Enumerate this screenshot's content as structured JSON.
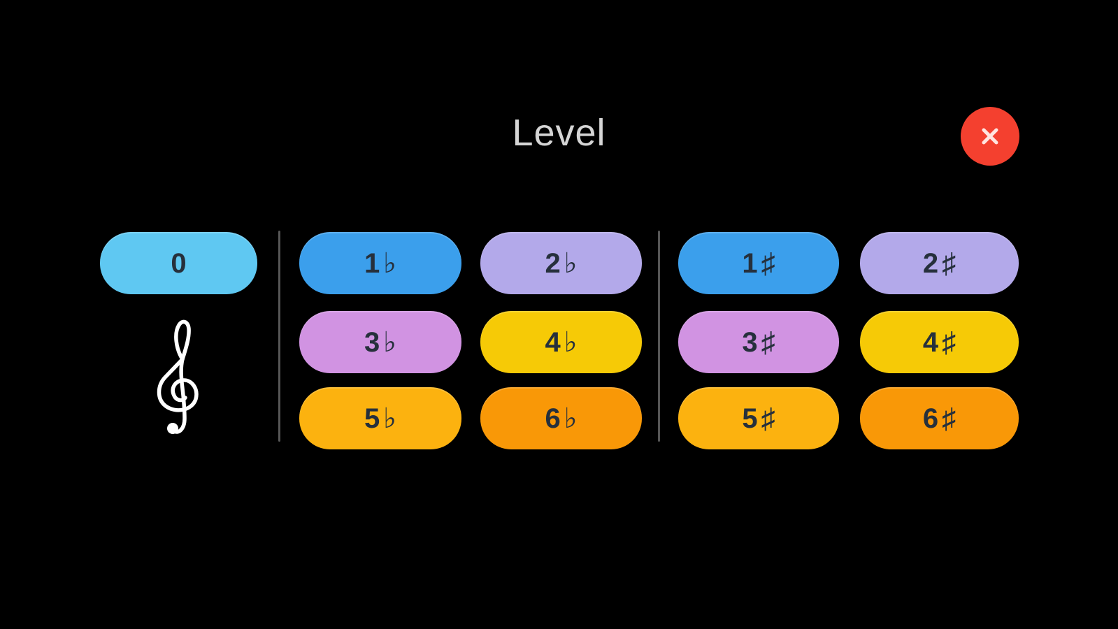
{
  "window": {
    "title": "Level"
  },
  "close_button": {
    "icon": "close-x",
    "color": "#f4402f"
  },
  "colors": {
    "background": "#000000",
    "divider": "#565656",
    "title_text": "#d5d5d5",
    "button_text": "#26303c",
    "clef": "#ffffff"
  },
  "level_zero": {
    "label": "0",
    "color": "#5fc8f2"
  },
  "clef_icon": {
    "name": "treble-clef"
  },
  "flats": {
    "buttons": [
      {
        "label": "1♭",
        "color": "#3b9fec"
      },
      {
        "label": "2♭",
        "color": "#b3a9ea"
      },
      {
        "label": "3♭",
        "color": "#d193e2"
      },
      {
        "label": "4♭",
        "color": "#f6ca06"
      },
      {
        "label": "5♭",
        "color": "#fcb20f"
      },
      {
        "label": "6♭",
        "color": "#f99807"
      }
    ]
  },
  "sharps": {
    "buttons": [
      {
        "label": "1♯",
        "color": "#3b9fec"
      },
      {
        "label": "2♯",
        "color": "#b3a9ea"
      },
      {
        "label": "3♯",
        "color": "#d193e2"
      },
      {
        "label": "4♯",
        "color": "#f6ca06"
      },
      {
        "label": "5♯",
        "color": "#fcb20f"
      },
      {
        "label": "6♯",
        "color": "#f99807"
      }
    ]
  }
}
